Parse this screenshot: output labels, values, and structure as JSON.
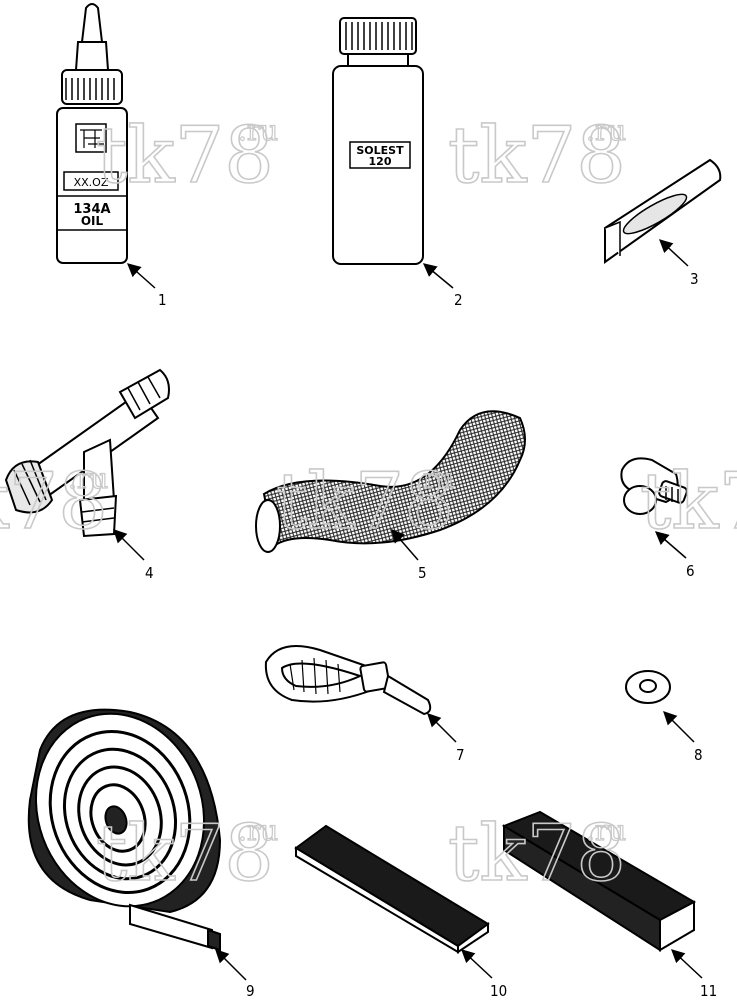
{
  "watermark": {
    "main": "tk78",
    "suffix": ".ru"
  },
  "bottle_oil": {
    "size_label": "XX.OZ",
    "line1": "134A",
    "line2": "OIL"
  },
  "bottle_solest": {
    "line1": "SOLEST",
    "line2": "120"
  },
  "callouts": [
    "1",
    "2",
    "3",
    "4",
    "5",
    "6",
    "7",
    "8",
    "9",
    "10",
    "11"
  ]
}
